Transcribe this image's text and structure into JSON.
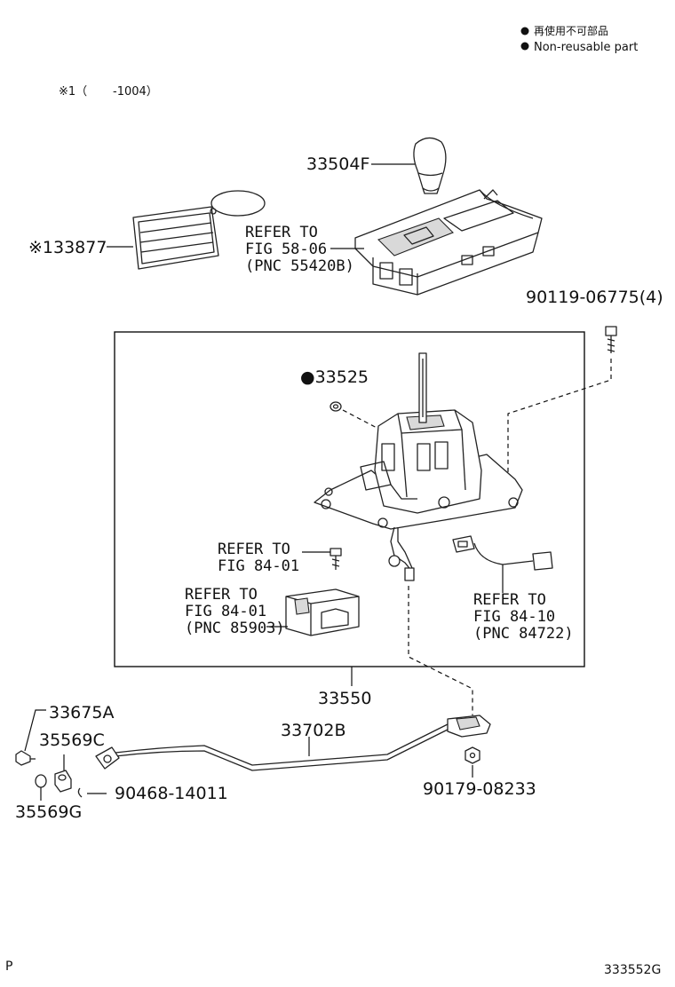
{
  "legend": {
    "jp_label": "再使用不可部品",
    "en_label": "Non-reusable part",
    "bullet_icon": "filled-dot-icon"
  },
  "note": {
    "mark": "※1（",
    "range": "-1004）"
  },
  "parts": {
    "knob": "33504F",
    "hole_cover": "※133877",
    "bolt": "90119-06775(4)",
    "clip": "●33525",
    "shift_lever_assembly": "33550",
    "cable_retainer_pin": "33675A",
    "bushing": "35569C",
    "washer": "35569G",
    "clip_small": "90468-14011",
    "control_cable": "33702B",
    "nut": "90179-08233"
  },
  "refs": {
    "indicator_housing": [
      "REFER TO",
      "FIG 58-06",
      "(PNC 55420B)"
    ],
    "screw": [
      "REFER TO",
      "FIG 84-01"
    ],
    "switch_block": [
      "REFER TO",
      "FIG 84-01",
      "(PNC 85903)"
    ],
    "connector": [
      "REFER TO",
      "FIG 84-10",
      "(PNC 84722)"
    ]
  },
  "footer": {
    "left": "P",
    "figure_code": "333552G"
  }
}
